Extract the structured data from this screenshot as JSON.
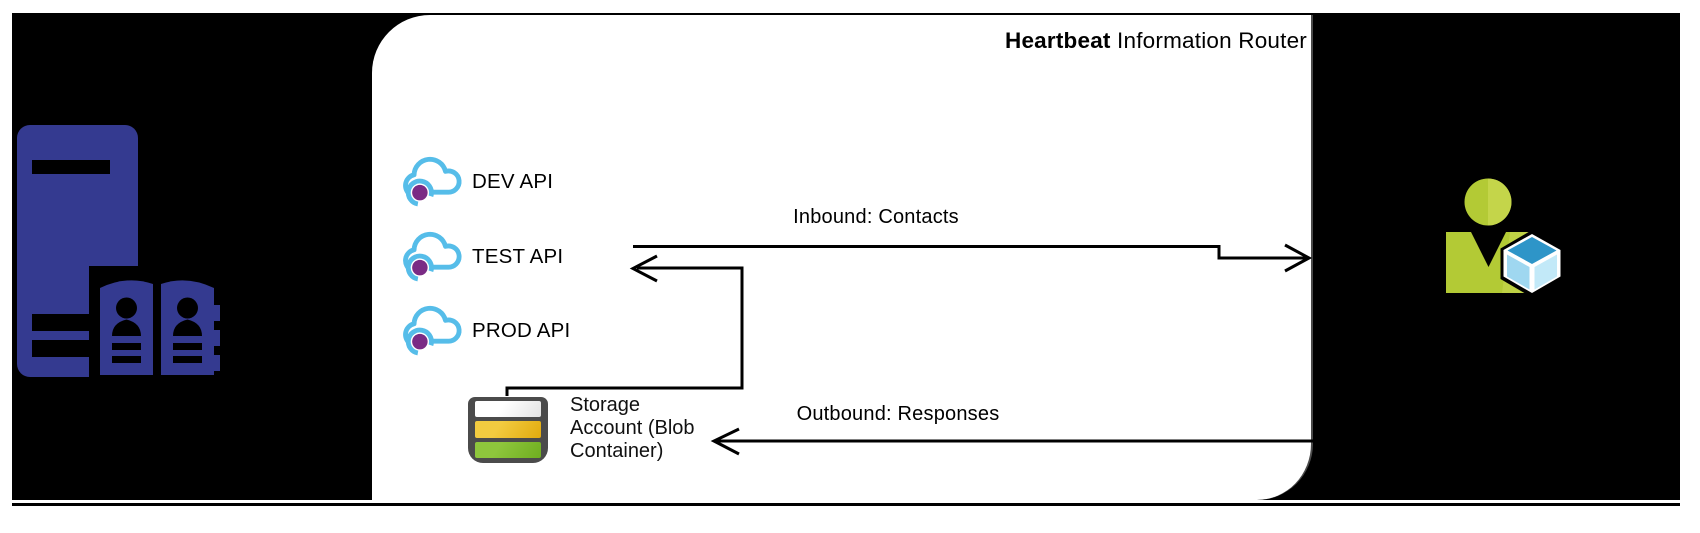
{
  "diagram": {
    "title": {
      "bold": "Heartbeat",
      "rest": " Information Router"
    }
  },
  "apis": [
    {
      "label": "DEV API"
    },
    {
      "label": "TEST API"
    },
    {
      "label": "PROD API"
    }
  ],
  "storage": {
    "label": "Storage Account (Blob Container)"
  },
  "flows": {
    "inbound": "Inbound: Contacts",
    "outbound": "Outbound: Responses"
  },
  "icons": {
    "left": "contacts-database-server-icon",
    "api": "api-cloud-icon",
    "storage": "storage-account-icon",
    "right": "consumer-person-cube-icon"
  },
  "colors": {
    "backdrop": "#000000",
    "panel_bg": "#ffffff",
    "server_blue": "#343a90",
    "cloud_blue": "#56bde9",
    "api_purple": "#7a2b85",
    "person_green": "#b3ca35",
    "cube_top": "#2e95c8",
    "cube_left": "#9fd7f0",
    "cube_right": "#c2e9f8",
    "storage_frame": "#4b4b4b",
    "storage_gold": "#e9b61b",
    "storage_green": "#7cb82f"
  }
}
